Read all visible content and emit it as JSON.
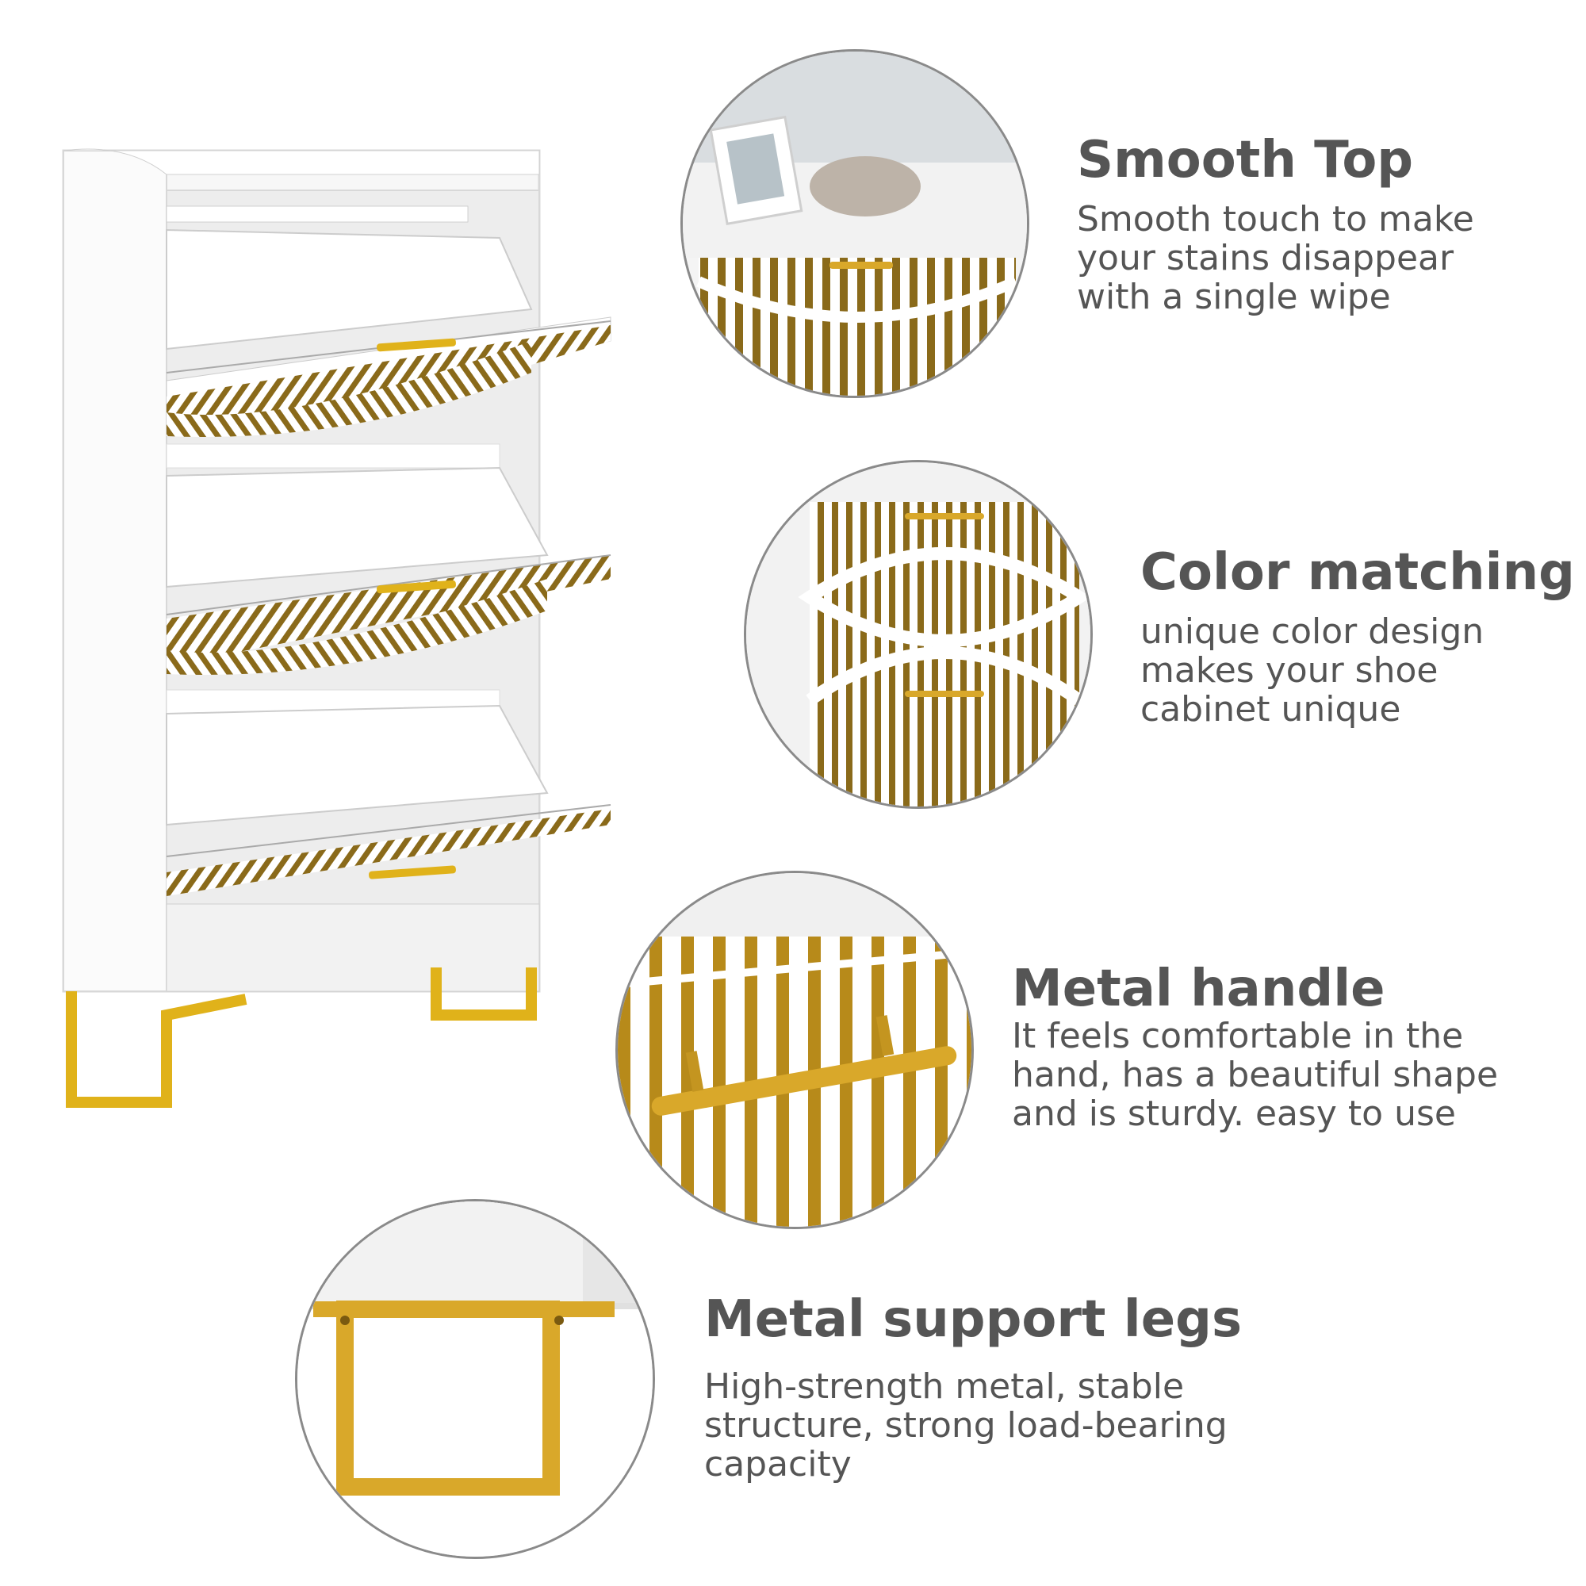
{
  "colors": {
    "text": "#555555",
    "gold": "#c8a032",
    "dark_gold": "#8a6a1a",
    "cabinet_white": "#f7f7f7",
    "circle_border": "#8a8a8a"
  },
  "features": [
    {
      "title": "Smooth Top",
      "lines": [
        "Smooth touch to make",
        "your stains disappear",
        "with a single wipe"
      ]
    },
    {
      "title": "Color matching",
      "lines": [
        "unique color design",
        "makes your shoe",
        "cabinet unique"
      ]
    },
    {
      "title": "Metal handle",
      "lines": [
        "It feels comfortable in the",
        "hand, has a beautiful shape",
        "and is sturdy. easy to use"
      ]
    },
    {
      "title": "Metal support legs",
      "lines": [
        "High-strength metal, stable",
        "structure, strong load-bearing",
        "capacity"
      ]
    }
  ]
}
